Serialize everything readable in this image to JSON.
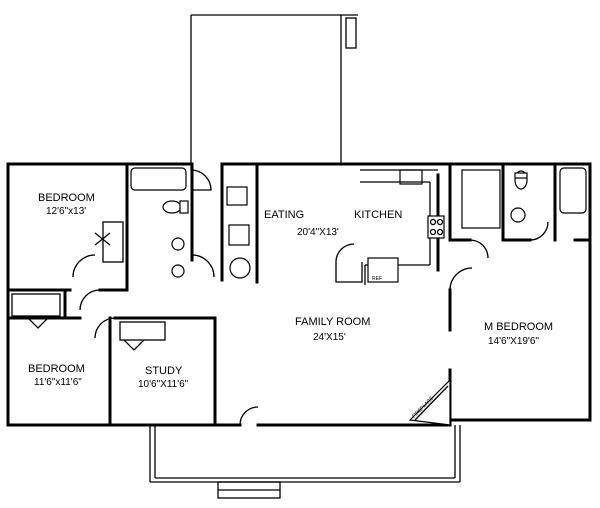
{
  "rooms": {
    "bedroom_1": {
      "name": "BEDROOM",
      "size": "12'6\"x13'"
    },
    "eating": {
      "name": "EATING"
    },
    "kitchen": {
      "name": "KITCHEN",
      "size": "20'4\"X13'"
    },
    "bedroom_2": {
      "name": "BEDROOM",
      "size": "11'6\"x11'6\""
    },
    "study": {
      "name": "STUDY",
      "size": "10'6\"X11'6\""
    },
    "family_room": {
      "name": "FAMILY ROOM",
      "size": "24'X15'"
    },
    "master_bedroom": {
      "name": "M BEDROOM",
      "size": "14'6\"X19'6\""
    }
  },
  "fixtures": {
    "refrigerator": "REF",
    "fireplace": "FIREPLACE"
  },
  "icons": [
    "door-swing-icon",
    "bathtub-icon",
    "toilet-icon",
    "sink-icon",
    "range-icon",
    "fireplace-icon"
  ]
}
